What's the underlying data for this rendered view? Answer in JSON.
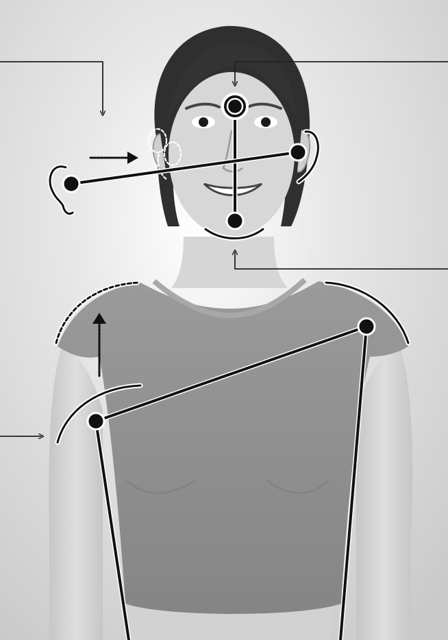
{
  "figure": {
    "kind": "body-alignment-diagram",
    "style": "monochrome",
    "subject": "woman-front-view",
    "points": [
      "forehead-center",
      "chin",
      "left-ear",
      "right-ear",
      "left-shoulder",
      "right-shoulder"
    ],
    "arrows": [
      "ear-forward-arrow",
      "shoulder-raise-arrow",
      "forehead-callout-arrow",
      "chin-callout-arrow",
      "top-left-callout-arrow",
      "left-arm-callout-arrow"
    ],
    "colors": {
      "background": "#d9d9d9",
      "skin": "#cfcfcf",
      "shirt": "#8e8e8e",
      "hair": "#2f2f2f",
      "marker": "#111111",
      "outline_white": "#ffffff"
    }
  }
}
